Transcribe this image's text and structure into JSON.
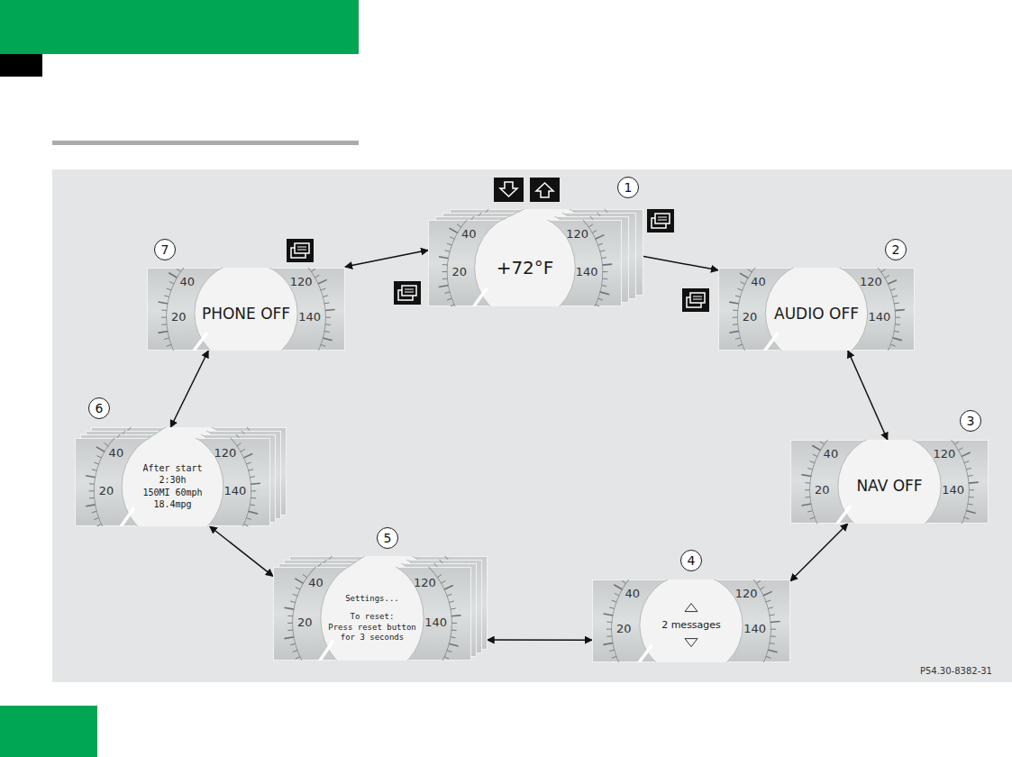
{
  "diagram": {
    "nodes": [
      {
        "text": [
          "+72°F"
        ]
      },
      {
        "text": [
          "AUDIO OFF"
        ]
      },
      {
        "text": [
          "NAV OFF"
        ]
      },
      {
        "text": [
          "2 messages"
        ]
      },
      {
        "text": [
          "Settings...",
          "To reset:",
          "Press reset button for 3 seconds"
        ]
      },
      {
        "text": [
          "After start",
          "2:30h",
          "150MI 60mph",
          "18.4mpg"
        ]
      },
      {
        "text": [
          "PHONE OFF"
        ]
      }
    ],
    "edges": [
      {
        "from": 0,
        "to": 1,
        "arrow": "both"
      },
      {
        "from": 1,
        "to": 2,
        "arrow": "both"
      },
      {
        "from": 2,
        "to": 3,
        "arrow": "both"
      },
      {
        "from": 3,
        "to": 4,
        "arrow": "both"
      },
      {
        "from": 4,
        "to": 5,
        "arrow": "both"
      },
      {
        "from": 5,
        "to": 6,
        "arrow": "both"
      },
      {
        "from": 6,
        "to": 0,
        "arrow": "both"
      }
    ],
    "labels": [
      "1",
      "40",
      "120",
      "20",
      "140",
      "2",
      "40",
      "120",
      "20",
      "140",
      "3",
      "40",
      "120",
      "20",
      "140",
      "4",
      "40",
      "120",
      "20",
      "140",
      "5",
      "40",
      "120",
      "20",
      "140",
      "6",
      "40",
      "120",
      "20",
      "140",
      "7",
      "40",
      "120",
      "20",
      "140",
      "P54.30-8382-31"
    ]
  }
}
